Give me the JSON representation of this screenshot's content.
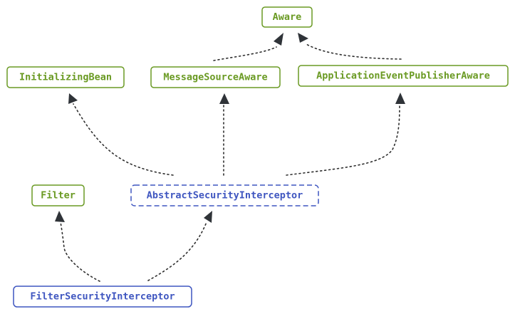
{
  "nodes": [
    {
      "id": "aware",
      "label": "Aware",
      "kind": "interface"
    },
    {
      "id": "initializing-bean",
      "label": "InitializingBean",
      "kind": "interface"
    },
    {
      "id": "message-source-aware",
      "label": "MessageSourceAware",
      "kind": "interface"
    },
    {
      "id": "application-event-publisher-aware",
      "label": "ApplicationEventPublisherAware",
      "kind": "interface"
    },
    {
      "id": "filter",
      "label": "Filter",
      "kind": "interface"
    },
    {
      "id": "abstract-security-interceptor",
      "label": "AbstractSecurityInterceptor",
      "kind": "abstract"
    },
    {
      "id": "filter-security-interceptor",
      "label": "FilterSecurityInterceptor",
      "kind": "class"
    }
  ],
  "edges": [
    {
      "from": "message-source-aware",
      "to": "aware"
    },
    {
      "from": "application-event-publisher-aware",
      "to": "aware"
    },
    {
      "from": "abstract-security-interceptor",
      "to": "initializing-bean"
    },
    {
      "from": "abstract-security-interceptor",
      "to": "message-source-aware"
    },
    {
      "from": "abstract-security-interceptor",
      "to": "application-event-publisher-aware"
    },
    {
      "from": "filter-security-interceptor",
      "to": "filter"
    },
    {
      "from": "filter-security-interceptor",
      "to": "abstract-security-interceptor"
    }
  ],
  "colors": {
    "interface": "#6a9a23",
    "class": "#3f56c0",
    "edge": "#2f2f2f"
  }
}
